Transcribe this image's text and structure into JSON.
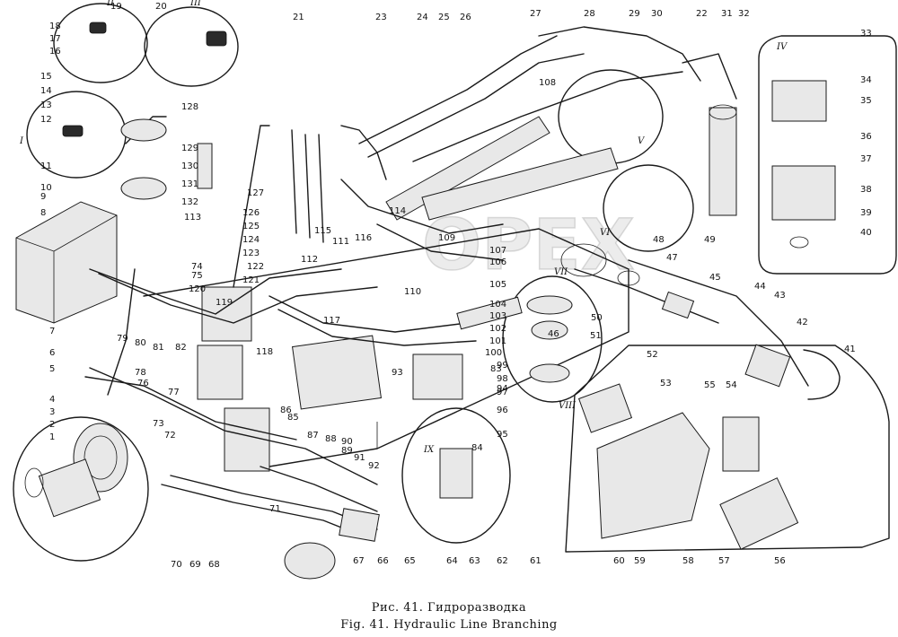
{
  "caption": {
    "ru": "Рис. 41. Гидроразводка",
    "en": "Fig. 41. Hydraulic Line Branching"
  },
  "watermark": "OPEX",
  "callouts": [
    "18",
    "17",
    "16",
    "19",
    "20",
    "15",
    "14",
    "13",
    "12",
    "11",
    "10",
    "9",
    "8",
    "7",
    "6",
    "5",
    "4",
    "3",
    "2",
    "1",
    "21",
    "22",
    "23",
    "24",
    "25",
    "26",
    "27",
    "28",
    "29",
    "30",
    "31",
    "32",
    "33",
    "34",
    "35",
    "36",
    "37",
    "38",
    "39",
    "40",
    "41",
    "42",
    "43",
    "44",
    "45",
    "46",
    "47",
    "48",
    "49",
    "50",
    "51",
    "52",
    "53",
    "54",
    "55",
    "56",
    "57",
    "58",
    "59",
    "60",
    "61",
    "62",
    "63",
    "64",
    "65",
    "66",
    "67",
    "68",
    "69",
    "70",
    "71",
    "72",
    "73",
    "74",
    "75",
    "76",
    "77",
    "78",
    "79",
    "80",
    "81",
    "82",
    "83",
    "84",
    "85",
    "86",
    "87",
    "88",
    "89",
    "90",
    "91",
    "92",
    "93",
    "94",
    "95",
    "96",
    "97",
    "98",
    "99",
    "100",
    "101",
    "102",
    "103",
    "104",
    "105",
    "106",
    "107",
    "108",
    "109",
    "110",
    "111",
    "112",
    "113",
    "114",
    "115",
    "116",
    "117",
    "118",
    "119",
    "120",
    "121",
    "122",
    "123",
    "124",
    "125",
    "126",
    "127",
    "128",
    "129",
    "130",
    "131",
    "132"
  ],
  "detail_views": [
    "I",
    "II",
    "III",
    "IV",
    "V",
    "VI",
    "VII",
    "VIII",
    "IX"
  ]
}
